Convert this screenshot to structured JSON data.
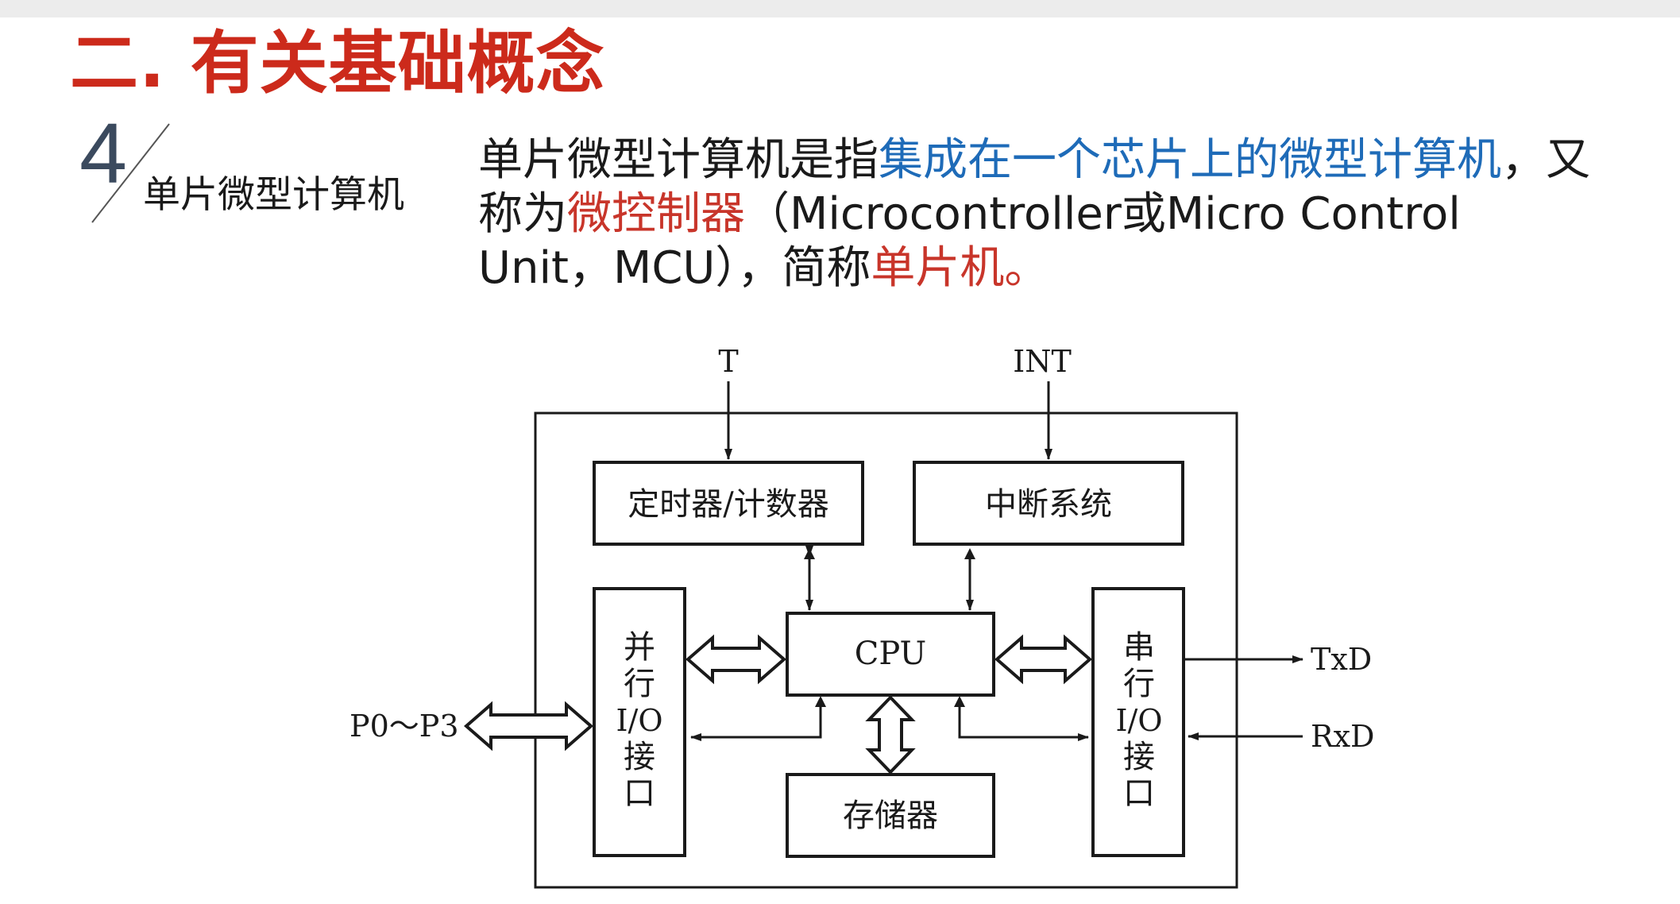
{
  "slide": {
    "title": "二. 有关基础概念",
    "section_number": "4",
    "section_label": "单片微型计算机",
    "paragraph": [
      {
        "text": "单片微型计算机是指",
        "style": "normal"
      },
      {
        "text": "集成在一个芯片上的微型计算机",
        "style": "blue"
      },
      {
        "text": "，又称为",
        "style": "normal"
      },
      {
        "text": "微控制器",
        "style": "red"
      },
      {
        "text": "（Microcontroller或Micro Control Unit，MCU），简称",
        "style": "normal"
      },
      {
        "text": "单片机。",
        "style": "red"
      }
    ],
    "colors": {
      "title": "#cc2a1b",
      "blue": "#1e6bb8",
      "red": "#c8352a"
    }
  },
  "diagram": {
    "input_T": "T",
    "input_INT": "INT",
    "timer": "定时器/计数器",
    "interrupt": "中断系统",
    "cpu": "CPU",
    "memory": "存储器",
    "parallel_io": [
      "并",
      "行",
      "I/O",
      "接",
      "口"
    ],
    "serial_io": [
      "串",
      "行",
      "I/O",
      "接",
      "口"
    ],
    "ports": "P0～P3",
    "txd": "TxD",
    "rxd": "RxD"
  }
}
